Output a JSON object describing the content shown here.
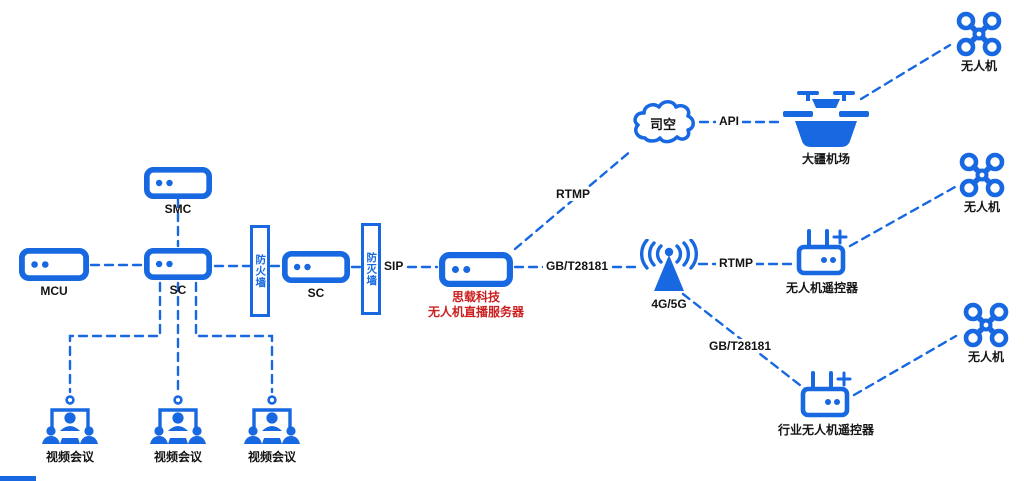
{
  "colors": {
    "blue": "#1768e1",
    "red": "#cc2020",
    "label": "#141414"
  },
  "nodes": {
    "mcu": {
      "label": "MCU"
    },
    "smc": {
      "label": "SMC"
    },
    "sc1": {
      "label": "SC"
    },
    "firewall1": {
      "label": "防火墙"
    },
    "sc2": {
      "label": "SC"
    },
    "firewall2": {
      "label": "防灭墙"
    },
    "server": {
      "line1": "思载科技",
      "line2": "无人机直播服务器"
    },
    "cloud": {
      "label": "司空"
    },
    "dock": {
      "label": "大疆机场"
    },
    "drone_top": {
      "label": "无人机"
    },
    "drone_mid": {
      "label": "无人机"
    },
    "drone_bottom": {
      "label": "无人机"
    },
    "antenna": {
      "label": "4G/5G"
    },
    "remote": {
      "label": "无人机遥控器"
    },
    "industry_remote": {
      "label": "行业无人机遥控器"
    },
    "vc1": {
      "label": "视频会议"
    },
    "vc2": {
      "label": "视频会议"
    },
    "vc3": {
      "label": "视频会议"
    }
  },
  "edges": {
    "sip": "SIP",
    "rtmp_cloud": "RTMP",
    "api": "API",
    "gbt_server": "GB/T28181",
    "rtmp_remote": "RTMP",
    "gbt_industry": "GB/T28181"
  }
}
